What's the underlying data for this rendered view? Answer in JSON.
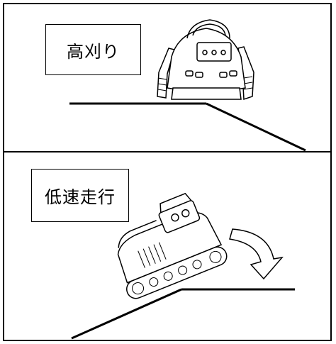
{
  "panels": [
    {
      "id": "high-cut",
      "label": "高刈り"
    },
    {
      "id": "low-speed",
      "label": "低速走行"
    }
  ],
  "colors": {
    "line": "#000000",
    "background": "#ffffff"
  }
}
